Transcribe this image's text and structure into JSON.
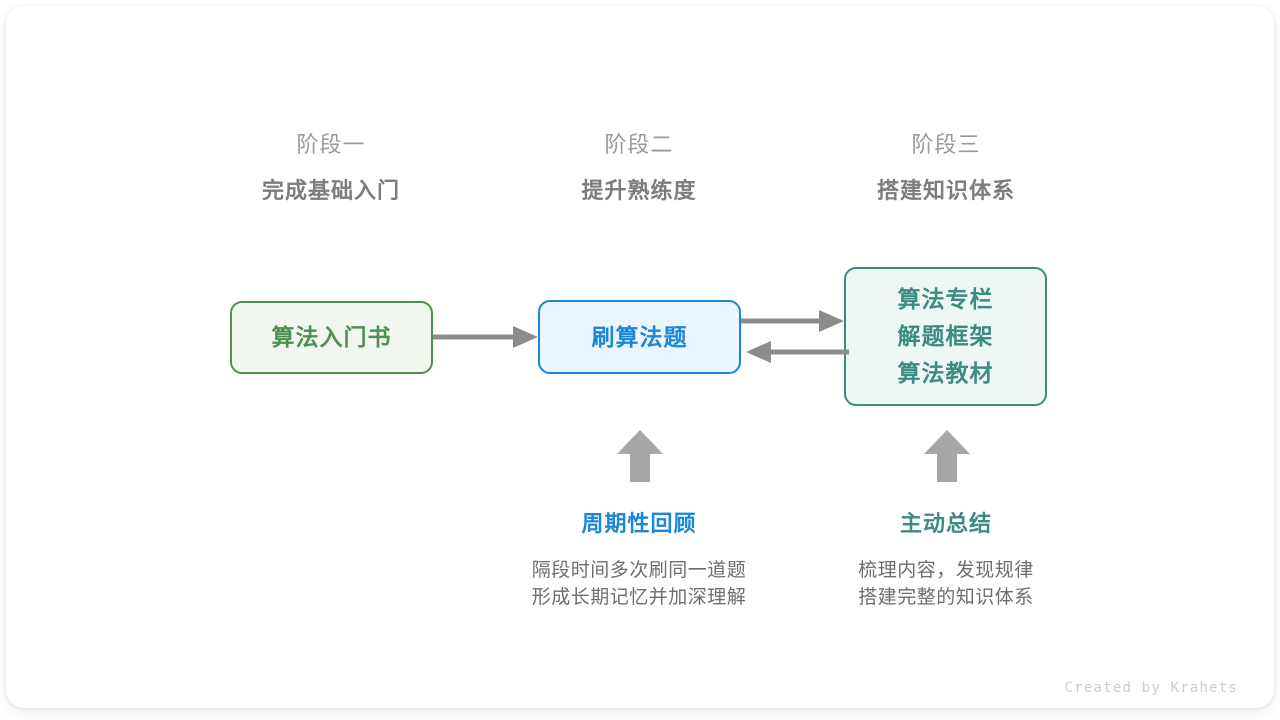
{
  "canvas": {
    "background": "#ffffff",
    "card_radius": "18px"
  },
  "palette": {
    "green": "#4f9050",
    "green_fill": "#f1f7ef",
    "blue": "#1a87d8",
    "blue_fill": "#eaf5fd",
    "teal": "#3c8b80",
    "teal_fill": "#edf7f4",
    "arrow_gray": "#8c8c8c",
    "header_gray": "#9a9a9a",
    "header_bold_gray": "#7d7d7d",
    "body_gray": "#6e6e6e",
    "credit_gray": "#cdcdcd"
  },
  "phases": [
    {
      "kicker": "阶段一",
      "title": "完成基础入门"
    },
    {
      "kicker": "阶段二",
      "title": "提升熟练度"
    },
    {
      "kicker": "阶段三",
      "title": "搭建知识体系"
    }
  ],
  "nodes": {
    "book": {
      "lines": [
        "算法入门书"
      ],
      "color": "#4f9050"
    },
    "practice": {
      "lines": [
        "刷算法题"
      ],
      "color": "#1a87d8"
    },
    "resources": {
      "lines": [
        "算法专栏",
        "解题框架",
        "算法教材"
      ],
      "color": "#3c8b80"
    }
  },
  "arrows": [
    {
      "name": "book-to-practice",
      "direction": "right",
      "from": "算法入门书",
      "to": "刷算法题"
    },
    {
      "name": "practice-to-resources",
      "direction": "right",
      "from": "刷算法题",
      "to": "算法专栏 / 解题框架 / 算法教材"
    },
    {
      "name": "resources-to-practice",
      "direction": "left",
      "from": "算法专栏 / 解题框架 / 算法教材",
      "to": "刷算法题"
    },
    {
      "name": "review-up",
      "direction": "up",
      "from": "周期性回顾",
      "to": "刷算法题"
    },
    {
      "name": "summary-up",
      "direction": "up",
      "from": "主动总结",
      "to": "算法专栏 / 解题框架 / 算法教材"
    }
  ],
  "notes": [
    {
      "title": "周期性回顾",
      "body_lines": [
        "隔段时间多次刷同一道题",
        "形成长期记忆并加深理解"
      ],
      "color": "#1a87d8"
    },
    {
      "title": "主动总结",
      "body_lines": [
        "梳理内容，发现规律",
        "搭建完整的知识体系"
      ],
      "color": "#3c8b80"
    }
  ],
  "credit": "Created by Krahets"
}
